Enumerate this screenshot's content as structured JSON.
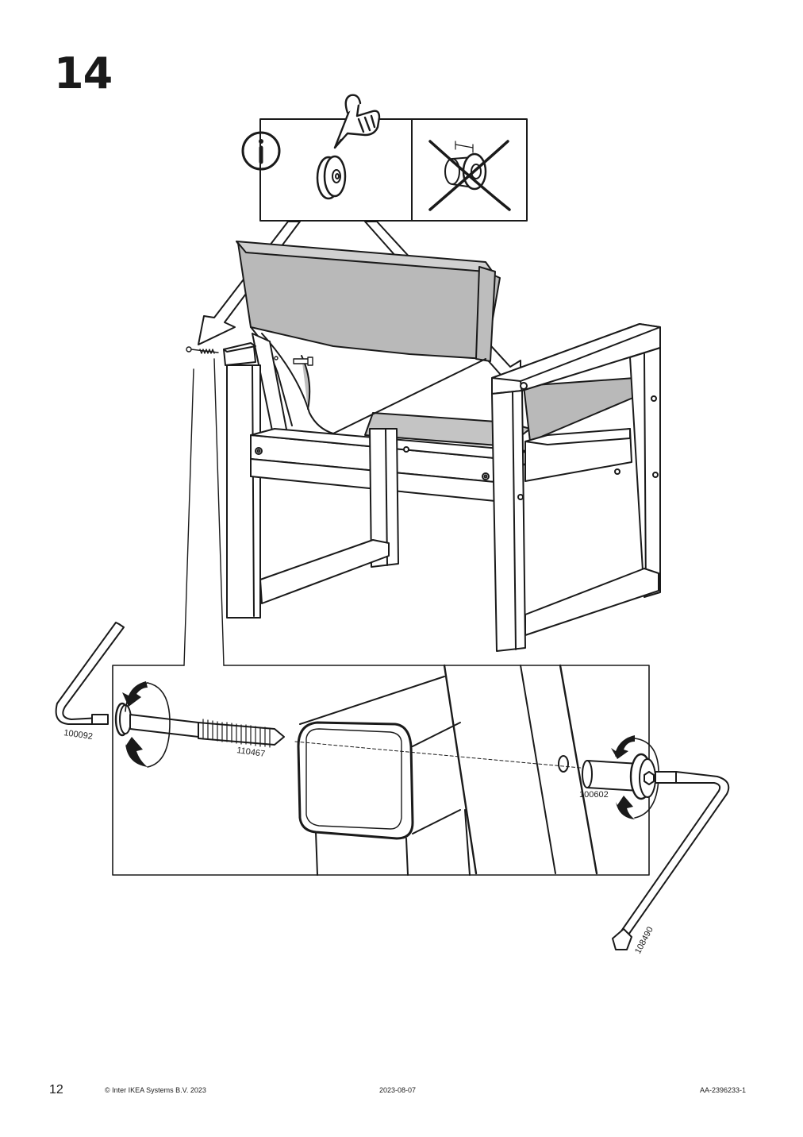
{
  "step": {
    "number": "14"
  },
  "parts": {
    "allen_key_left": "100092",
    "bolt": "110467",
    "barrel_nut": "100602",
    "allen_key_right": "108490"
  },
  "footer": {
    "page_number": "12",
    "copyright": "© Inter IKEA Systems B.V. 2023",
    "date": "2023-08-07",
    "document_code": "AA-2396233-1"
  }
}
